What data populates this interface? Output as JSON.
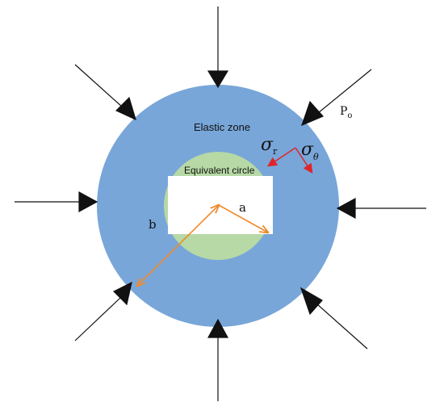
{
  "labels": {
    "elastic_zone": "Elastic zone",
    "equivalent_circle": "Equivalent circle",
    "pressure": "P",
    "pressure_sub": "o",
    "sigma_r": "σ",
    "sigma_r_sub": "r",
    "sigma_theta": "σ",
    "sigma_theta_sub": "θ",
    "radius_a": "a",
    "radius_b": "b"
  },
  "colors": {
    "elastic_zone_fill": "#78A6D9",
    "equivalent_circle_fill": "#B6D9A6",
    "opening_fill": "#FFFFFF",
    "load_arrow": "#111111",
    "radius_arrow": "#F08A2A",
    "stress_arrow": "#E0242B"
  }
}
